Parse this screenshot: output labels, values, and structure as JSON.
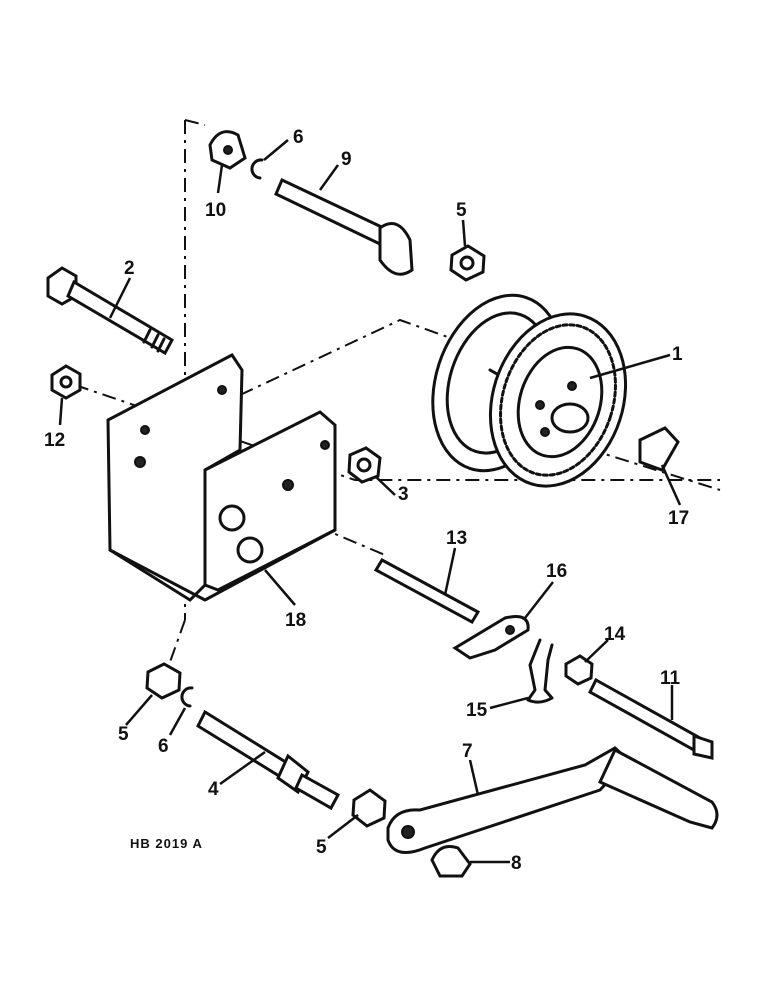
{
  "callouts": {
    "p1": "1",
    "p2": "2",
    "p3": "3",
    "p4": "4",
    "p5a": "5",
    "p5b": "5",
    "p5c": "5",
    "p6a": "6",
    "p6b": "6",
    "p7": "7",
    "p8": "8",
    "p9": "9",
    "p10": "10",
    "p11": "11",
    "p12": "12",
    "p13": "13",
    "p14": "14",
    "p15": "15",
    "p16": "16",
    "p17": "17",
    "p18": "18"
  },
  "drawing_code": "HB 2019 A"
}
